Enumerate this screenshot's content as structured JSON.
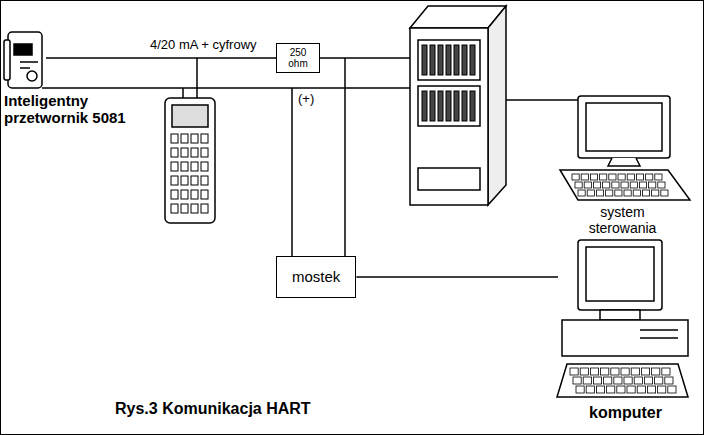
{
  "diagram": {
    "caption": "Rys.3 Komunikacja HART",
    "nodes": [
      {
        "text": [
          "Inteligentny przetwornik 5081"
        ]
      },
      {
        "text": [
          "250 ohm"
        ]
      },
      {
        "text": [
          "system sterowania"
        ]
      },
      {
        "text": [
          "mostek"
        ]
      },
      {
        "text": [
          "komputer"
        ]
      }
    ],
    "edges": [
      {
        "from": 0,
        "to": 1,
        "arrow": "none",
        "label": "4/20 mA + cyfrowy"
      },
      {
        "from": 3,
        "to": 4,
        "arrow": "none"
      }
    ],
    "labels": [
      "(+)"
    ]
  }
}
